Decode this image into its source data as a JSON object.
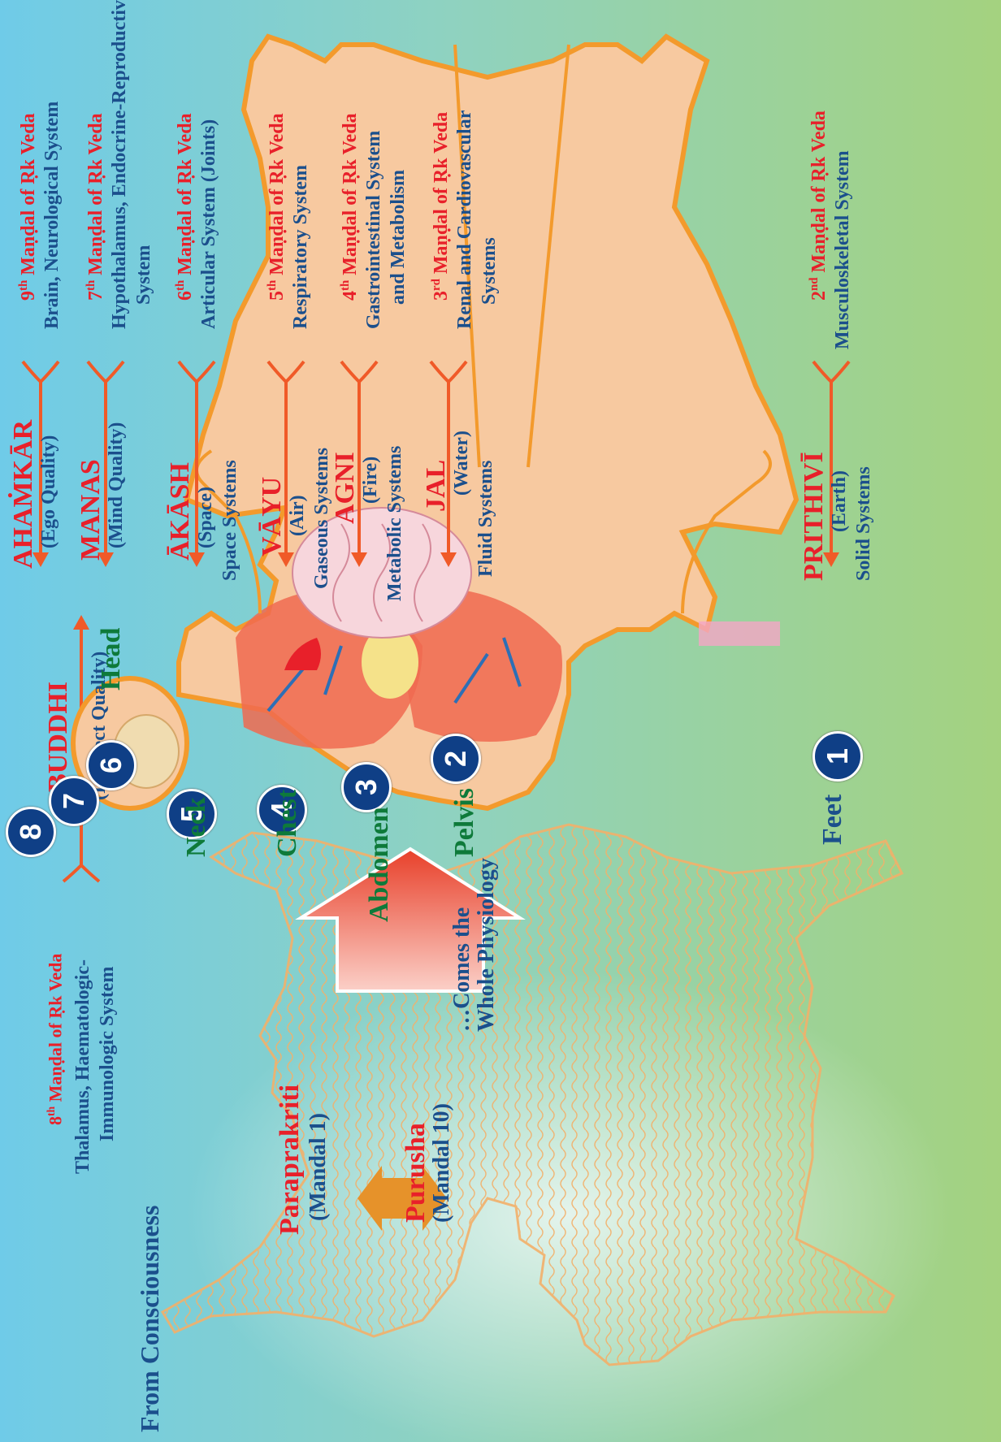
{
  "diagram": {
    "source_label": "From Consciousness",
    "whole_physiology": [
      "…Comes the",
      "Whole Physiology"
    ],
    "left_figure": {
      "parts": [
        {
          "name": "Paraprakriti",
          "sub": "(Mandal 1)"
        },
        {
          "name": "Purusha",
          "sub": "(Mandal 10)"
        }
      ]
    },
    "buddhi": {
      "name": "BUDDHI",
      "quality": "(Intellect Quality)",
      "mandal_ordinal": "8",
      "mandal_sup": "th",
      "mandal_text": " Maṇḍal of Ṛk Veda",
      "systems": [
        "Thalamus, Haematologic-",
        "Immunologic System"
      ]
    },
    "levels": [
      {
        "name": "AHAṀKĀR",
        "quality": "(Ego Quality)",
        "system_type": "",
        "mandal_ordinal": "9",
        "mandal_sup": "th",
        "mandal_text": " Maṇḍal of Ṛk Veda",
        "systems": [
          "Brain, Neurological System"
        ]
      },
      {
        "name": "MANAS",
        "quality": "(Mind Quality)",
        "system_type": "",
        "mandal_ordinal": "7",
        "mandal_sup": "th",
        "mandal_text": " Maṇḍal of Ṛk Veda",
        "systems": [
          "Hypothalamus, Endocrine-Reproductive",
          "System"
        ]
      },
      {
        "name": "ĀKĀSH",
        "quality": "(Space)",
        "system_type": "Space Systems",
        "mandal_ordinal": "6",
        "mandal_sup": "th",
        "mandal_text": " Maṇḍal of Ṛk Veda",
        "systems": [
          "Articular System (Joints)"
        ]
      },
      {
        "name": "VĀYU",
        "quality": "(Air)",
        "system_type": "Gaseous Systems",
        "mandal_ordinal": "5",
        "mandal_sup": "th",
        "mandal_text": " Maṇḍal of Ṛk Veda",
        "systems": [
          "Respiratory System"
        ]
      },
      {
        "name": "AGNI",
        "quality": "(Fire)",
        "system_type": "Metabolic Systems",
        "mandal_ordinal": "4",
        "mandal_sup": "th",
        "mandal_text": " Maṇḍal of Ṛk Veda",
        "systems": [
          "Gastrointestinal System",
          "and Metabolism"
        ]
      },
      {
        "name": "JAL",
        "quality": "(Water)",
        "system_type": "Fluid Systems",
        "mandal_ordinal": "3",
        "mandal_sup": "rd",
        "mandal_text": " Maṇḍal of Ṛk Veda",
        "systems": [
          "Renal and Cardiovascular",
          "Systems"
        ]
      },
      {
        "name": "PRITHIVĪ",
        "quality": "(Earth)",
        "system_type": "Solid Systems",
        "mandal_ordinal": "2",
        "mandal_sup": "nd",
        "mandal_text": " Maṇḍal of Ṛk Veda",
        "systems": [
          "Musculoskeletal System"
        ]
      }
    ],
    "body_regions": [
      "Head",
      "Neck",
      "Chest",
      "Abdomen",
      "Pelvis",
      "Feet"
    ],
    "badges": [
      "8",
      "7",
      "6",
      "5",
      "4",
      "3",
      "2",
      "1"
    ],
    "colors": {
      "sanskrit_red": "#e8202a",
      "system_blue": "#1b4f8c",
      "region_green": "#0e7a3a",
      "badge_blue": "#0f3f86",
      "arrow_orange": "#f05a28",
      "body_skin": "#f7c9a0",
      "body_outline": "#f39a2c"
    }
  }
}
